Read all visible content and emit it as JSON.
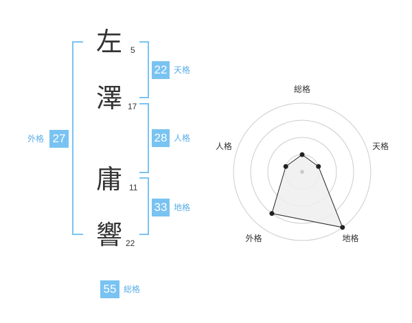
{
  "name_chars": [
    {
      "char": "左",
      "strokes": "5"
    },
    {
      "char": "澤",
      "strokes": "17"
    },
    {
      "char": "庸",
      "strokes": "11"
    },
    {
      "char": "響",
      "strokes": "22"
    }
  ],
  "kaku": {
    "tenkaku": {
      "value": "22",
      "label": "天格"
    },
    "jinkaku": {
      "value": "28",
      "label": "人格"
    },
    "chikaku": {
      "value": "33",
      "label": "地格"
    },
    "gaikaku": {
      "value": "27",
      "label": "外格"
    },
    "soukaku": {
      "value": "55",
      "label": "総格"
    }
  },
  "chart_data": {
    "type": "radar",
    "axes": [
      "総格",
      "天格",
      "地格",
      "外格",
      "人格"
    ],
    "values": [
      1,
      1,
      4,
      3,
      1
    ],
    "rmax": 4,
    "rings": 4,
    "colors": {
      "line": "#222222",
      "fill": "#eeeeee",
      "ring": "#cccccc",
      "point": "#222222",
      "center": "#cccccc"
    }
  }
}
